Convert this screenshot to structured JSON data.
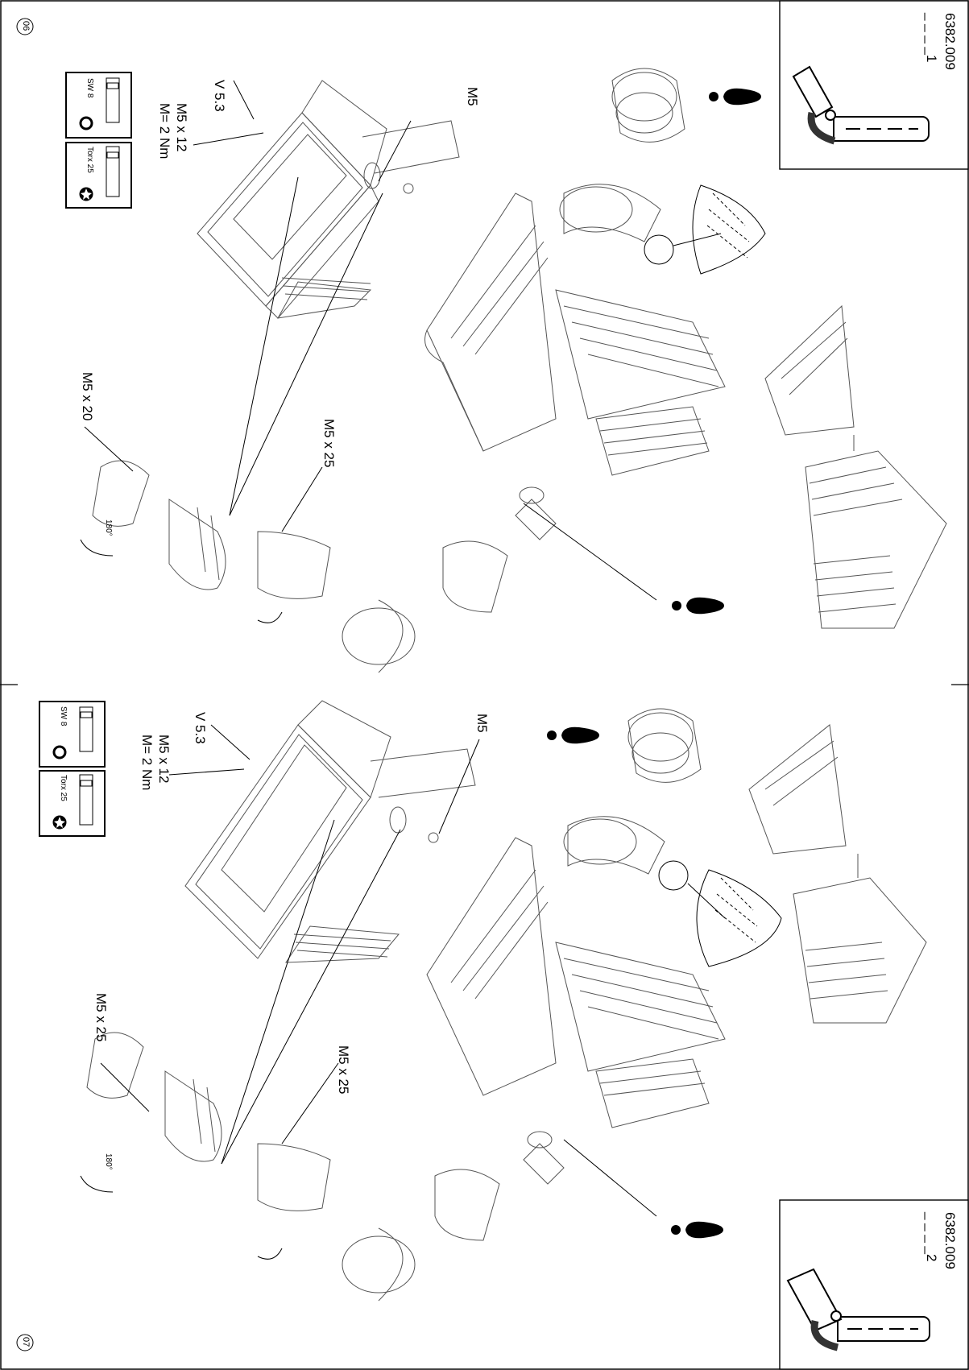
{
  "panel_top": {
    "page_number": "06",
    "article_number": "6382.009",
    "variant": "_ _ _ _1",
    "tools": [
      {
        "label": "SW 8",
        "icon": "hex-socket-icon"
      },
      {
        "label": "Torx 25",
        "icon": "torx-icon"
      }
    ],
    "labels": {
      "v53": "V 5.3",
      "m5x12": "M5 x 12",
      "torque": "M= 2 Nm",
      "m5": "M5",
      "m5x20": "M5 x 20",
      "m5x25": "M5 x 25",
      "angle": "180°"
    }
  },
  "panel_bottom": {
    "page_number": "07",
    "article_number": "6382.009",
    "variant": "_ _ _ _2",
    "tools": [
      {
        "label": "SW 8",
        "icon": "hex-socket-icon"
      },
      {
        "label": "Torx 25",
        "icon": "torx-icon"
      }
    ],
    "labels": {
      "v53": "V 5.3",
      "m5x12": "M5 x 12",
      "torque": "M= 2 Nm",
      "m5": "M5",
      "m5x25_left": "M5 x 25",
      "m5x25_right": "M5 x 25",
      "angle": "180°"
    }
  },
  "colors": {
    "line": "#000000",
    "drawing": "#555555",
    "background": "#ffffff"
  }
}
